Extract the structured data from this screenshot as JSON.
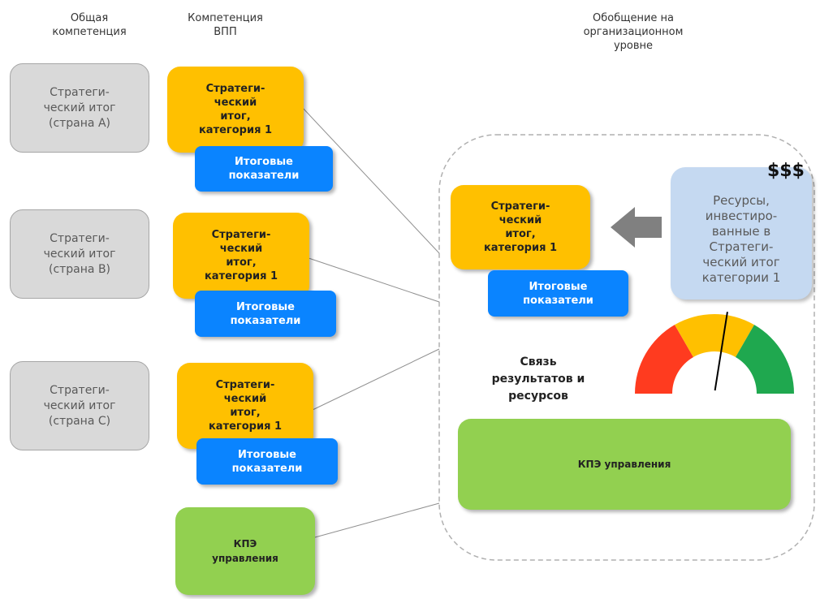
{
  "headers": {
    "general": "Общая\nкомпетенция",
    "vpp": "Компетенция\nВПП",
    "org": "Обобщение на\nорганизационном\nуровне"
  },
  "country_outcomes": [
    {
      "label": "Стратеги-\nческий итог\n(страна A)"
    },
    {
      "label": "Стратеги-\nческий итог\n(страна B)"
    },
    {
      "label": "Стратеги-\nческий итог\n(страна C)"
    }
  ],
  "category_outcomes": [
    {
      "label": "Стратеги-\nческий\nитог,\nкатегория 1",
      "indicators": "Итоговые\nпоказатели"
    },
    {
      "label": "Стратеги-\nческий\nитог,\nкатегория 1",
      "indicators": "Итоговые\nпоказатели"
    },
    {
      "label": "Стратеги-\nческий\nитог,\nкатегория 1",
      "indicators": "Итоговые\nпоказатели"
    }
  ],
  "kpi_small": "КПЭ\nуправления",
  "org_panel": {
    "outcome": "Стратеги-\nческий\nитог,\nкатегория 1",
    "indicators": "Итоговые\nпоказатели",
    "resources": "Ресурсы,\nинвестиро-\nванные в\nСтратеги-\nческий итог\nкатегории 1",
    "dollar": "$$$",
    "link": "Связь\nрезультатов и\nресурсов",
    "kpi": "КПЭ управления"
  },
  "gauge": {
    "segments": [
      "red",
      "yellow",
      "green"
    ],
    "colors": {
      "red": "#ff3b1f",
      "yellow": "#ffc000",
      "green": "#1fa84f"
    },
    "needle_level": 0.55
  },
  "colors": {
    "orange": "#ffc000",
    "blue": "#0a84ff",
    "green": "#92d050",
    "gray": "#d9d9d9",
    "resource": "#c5d9f1",
    "arrow": "#808080"
  }
}
